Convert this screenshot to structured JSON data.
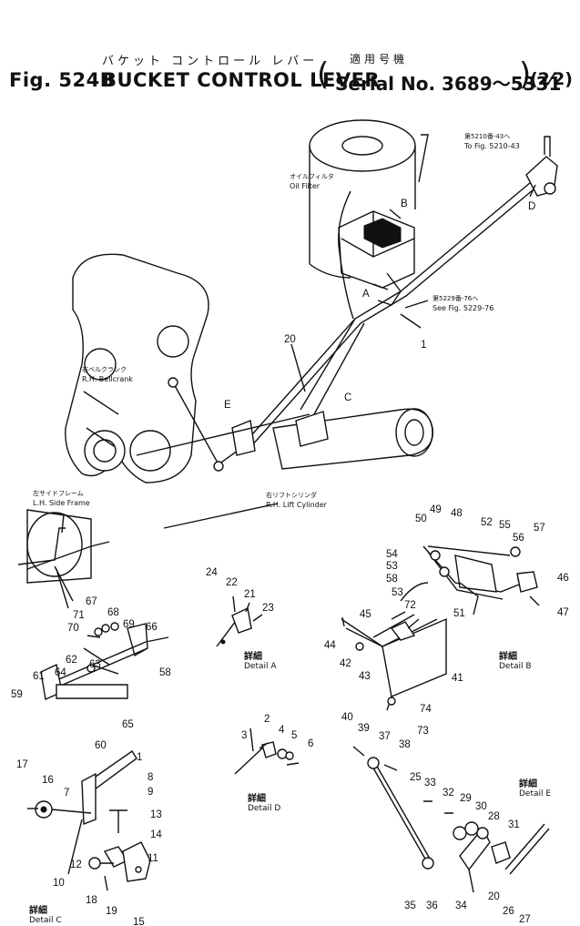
{
  "header": {
    "figure_number": "Fig. 524B",
    "title_jp": "バケット コントロール レバー",
    "title": "BUCKET CONTROL LEVER",
    "serial_jp": "適用号機",
    "serial": "Serial No. 3689～5331",
    "page": "(2⁄2)"
  },
  "callouts": {
    "to_fig_5210": "To Fig. 5210-43",
    "to_fig_5210_jp": "第5210番-43へ",
    "see_fig_5229": "See Fig. 5229-76",
    "see_fig_5229_jp": "第5229番-76へ",
    "oil_filter": "Oil Filter",
    "oil_filter_jp": "オイルフィルタ",
    "rh_bellcrank": "R.H. Bellcrank",
    "rh_bellcrank_jp": "右ベルクランク",
    "lh_side_frame": "L.H. Side Frame",
    "lh_side_frame_jp": "左サイドフレーム",
    "rh_lift_cylinder": "R.H. Lift Cylinder",
    "rh_lift_cylinder_jp": "右リフトシリンダ"
  },
  "letters": {
    "a": "A",
    "b": "B",
    "c": "C",
    "d": "D",
    "e": "E"
  },
  "details": {
    "detail_jp": "詳細",
    "a": "Detail A",
    "b": "Detail B",
    "c": "Detail C",
    "d": "Detail D",
    "e": "Detail E"
  },
  "parts": [
    "1",
    "2",
    "3",
    "4",
    "5",
    "6",
    "7",
    "8",
    "9",
    "10",
    "11",
    "12",
    "13",
    "14",
    "15",
    "16",
    "17",
    "18",
    "19",
    "20",
    "21",
    "22",
    "23",
    "24",
    "25",
    "26",
    "27",
    "28",
    "29",
    "30",
    "31",
    "32",
    "33",
    "34",
    "35",
    "36",
    "37",
    "38",
    "39",
    "40",
    "41",
    "42",
    "43",
    "44",
    "45",
    "46",
    "47",
    "48",
    "49",
    "50",
    "51",
    "52",
    "53",
    "54",
    "55",
    "56",
    "57",
    "58",
    "59",
    "60",
    "61",
    "62",
    "63",
    "64",
    "65",
    "66",
    "67",
    "68",
    "69",
    "70",
    "71",
    "72",
    "73",
    "74"
  ]
}
